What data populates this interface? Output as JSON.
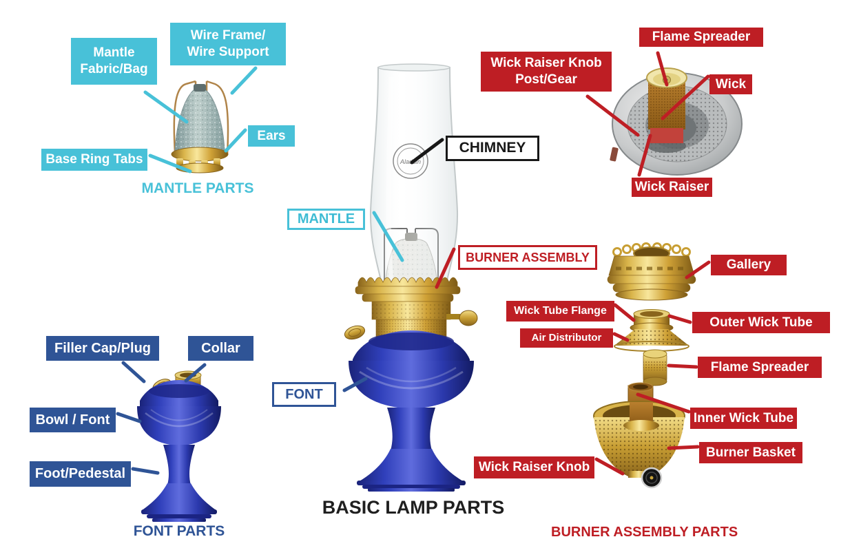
{
  "diagram_title": "BASIC LAMP PARTS",
  "chimney_logo": "Aladdin",
  "colors": {
    "cyan": "#48C1D8",
    "red": "#BE1E24",
    "blue": "#2F5496",
    "black": "#1F1F1F",
    "label_text": "#FFFFFF"
  },
  "section_titles": {
    "mantle_parts": "MANTLE PARTS",
    "font_parts": "FONT PARTS",
    "burner_assembly_parts": "BURNER ASSEMBLY PARTS"
  },
  "main_lamp_labels": {
    "chimney": "CHIMNEY",
    "mantle": "MANTLE",
    "burner_assembly": "BURNER ASSEMBLY",
    "font": "FONT"
  },
  "mantle_labels": {
    "mantle_fabric_bag": "Mantle\nFabric/Bag",
    "wire_frame_support": "Wire Frame/\nWire Support",
    "ears": "Ears",
    "base_ring_tabs": "Base Ring Tabs"
  },
  "burner_photo_labels": {
    "flame_spreader": "Flame Spreader",
    "wick_raiser_knob_post_gear": "Wick Raiser Knob\nPost/Gear",
    "wick": "Wick",
    "wick_raiser": "Wick Raiser"
  },
  "exploded_labels": {
    "gallery": "Gallery",
    "wick_tube_flange": "Wick Tube Flange",
    "outer_wick_tube": "Outer Wick Tube",
    "air_distributor": "Air Distributor",
    "flame_spreader": "Flame Spreader",
    "inner_wick_tube": "Inner Wick Tube",
    "burner_basket": "Burner Basket",
    "wick_raiser_knob": "Wick Raiser Knob"
  },
  "font_labels": {
    "filler_cap_plug": "Filler Cap/Plug",
    "collar": "Collar",
    "bowl_font": "Bowl / Font",
    "foot_pedestal": "Foot/Pedestal"
  }
}
